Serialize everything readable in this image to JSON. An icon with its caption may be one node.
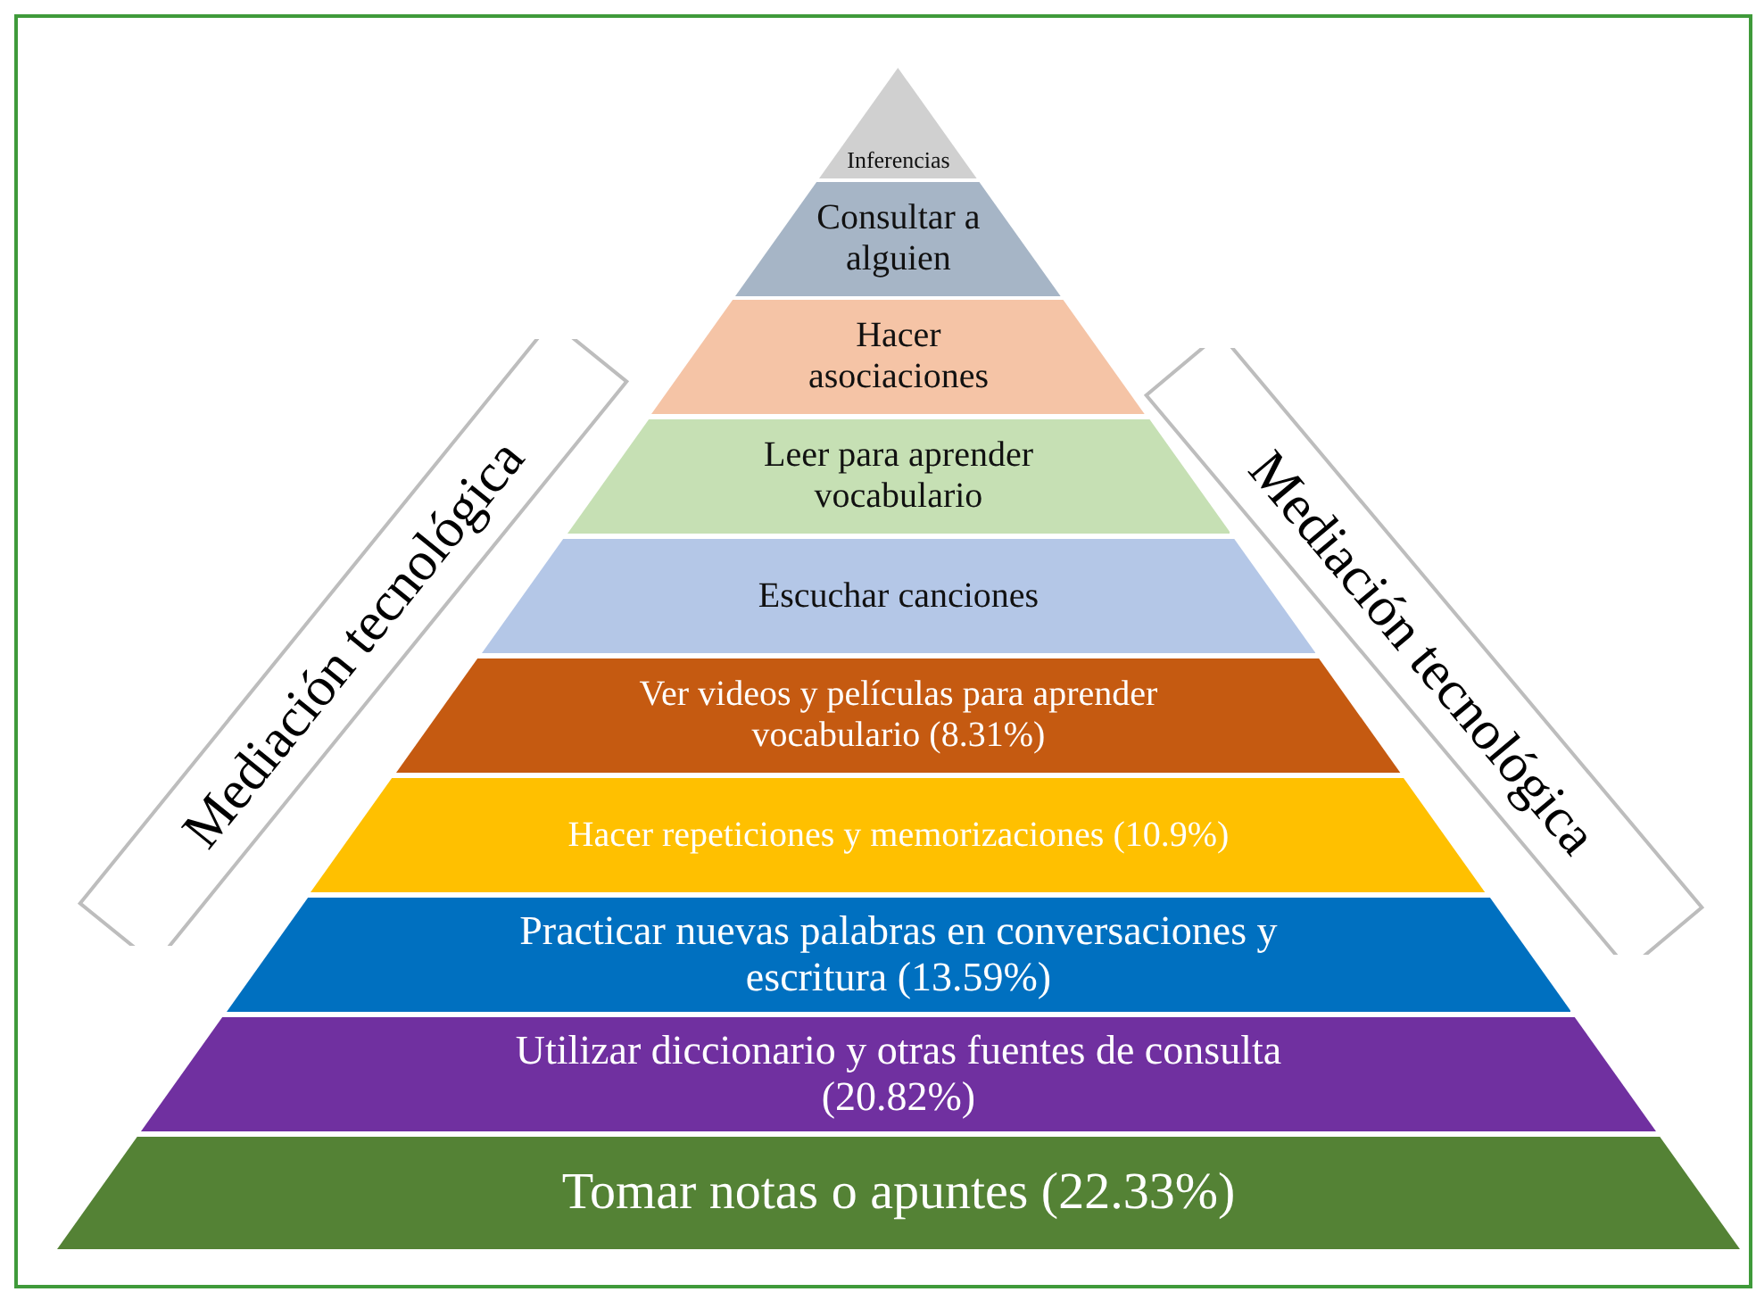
{
  "diagram": {
    "nodes": [
      {
        "text": [
          "Inferencias"
        ]
      },
      {
        "text": [
          "Consultar a alguien"
        ]
      },
      {
        "text": [
          "Hacer asociaciones"
        ]
      },
      {
        "text": [
          "Leer para aprender vocabulario"
        ]
      },
      {
        "text": [
          "Escuchar canciones"
        ]
      },
      {
        "text": [
          "Ver videos y películas para aprender vocabulario (8.31%)"
        ]
      },
      {
        "text": [
          "Hacer repeticiones y memorizaciones (10.9%)"
        ]
      },
      {
        "text": [
          "Practicar nuevas palabras en conversaciones y escritura (13.59%)"
        ]
      },
      {
        "text": [
          "Utilizar diccionario y otras fuentes de consulta (20.82%)"
        ]
      },
      {
        "text": [
          "Tomar notas o apuntes (22.33%)"
        ]
      },
      {
        "text": [
          "Mediación tecnológica"
        ]
      },
      {
        "text": [
          "Mediación tecnológica"
        ]
      }
    ],
    "edges": []
  }
}
